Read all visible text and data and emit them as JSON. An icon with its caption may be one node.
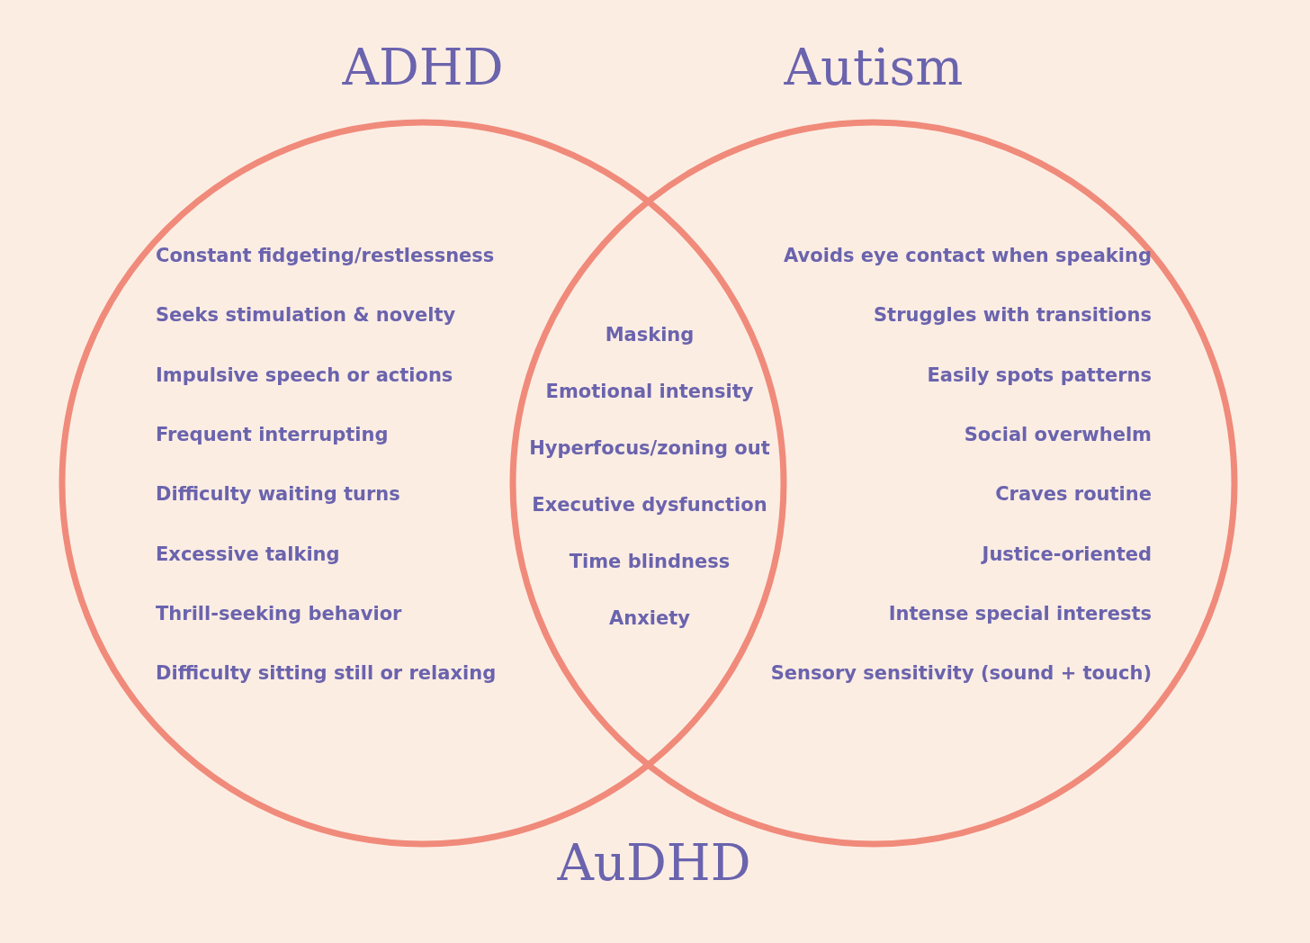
{
  "diagram": {
    "nodes": [
      {
        "text": [
          "ADHD",
          "Constant fidgeting/restlessness",
          "Seeks stimulation & novelty",
          "Impulsive speech or actions",
          "Frequent interrupting",
          "Difficulty waiting turns",
          "Excessive talking",
          "Thrill-seeking behavior",
          "Difficulty sitting still or relaxing"
        ]
      },
      {
        "text": [
          "Autism",
          "Avoids eye contact when speaking",
          "Struggles with transitions",
          "Easily spots patterns",
          "Social overwhelm",
          "Craves routine",
          "Justice-oriented",
          "Intense special interests",
          "Sensory sensitivity (sound + touch)"
        ]
      }
    ],
    "edges": [],
    "labels": [
      "Masking",
      "Emotional intensity",
      "Hyperfocus/zoning out",
      "Executive dysfunction",
      "Time blindness",
      "Anxiety",
      "AuDHD"
    ]
  }
}
